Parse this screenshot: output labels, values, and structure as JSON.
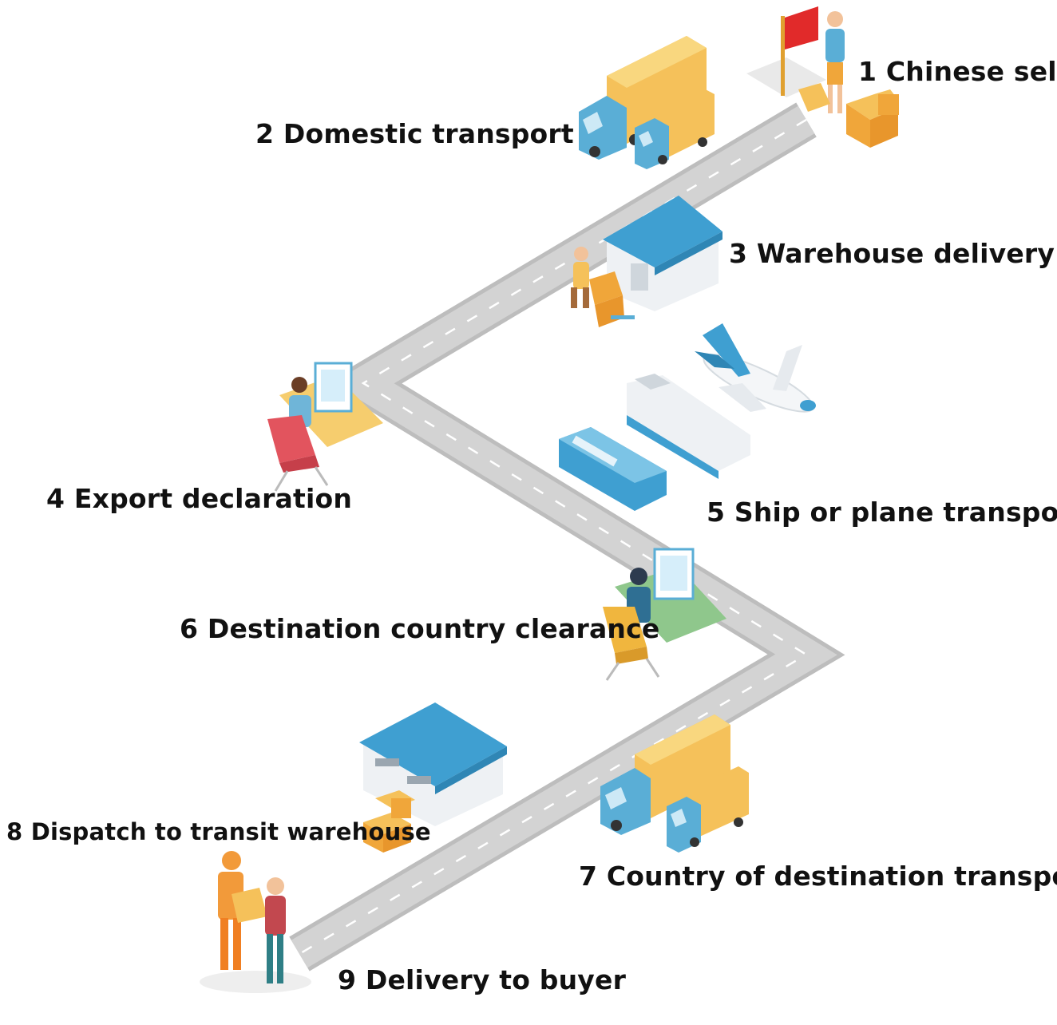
{
  "steps": [
    {
      "num": "1",
      "label": "Chinese seller"
    },
    {
      "num": "2",
      "label": "Domestic transport"
    },
    {
      "num": "3",
      "label": "Warehouse delivery"
    },
    {
      "num": "4",
      "label": "Export declaration"
    },
    {
      "num": "5",
      "label": "Ship or plane transport"
    },
    {
      "num": "6",
      "label": "Destination country clearance"
    },
    {
      "num": "7",
      "label": "Country of destination transport"
    },
    {
      "num": "8",
      "label": "Dispatch to transit warehouse"
    },
    {
      "num": "9",
      "label": "Delivery to buyer"
    }
  ],
  "colors": {
    "road": "#d3d3d3",
    "road_edge": "#bdbdbd",
    "road_dash": "#ffffff",
    "truck_cargo": "#f5c15a",
    "truck_cab": "#5aaed6",
    "roof": "#3f9fd1",
    "wall": "#eef1f4",
    "box": "#f0a63a",
    "flag": "#e12a2a",
    "desk": "#f6cd6e",
    "chair": "#e2545e",
    "chair_alt": "#f0b63e"
  }
}
